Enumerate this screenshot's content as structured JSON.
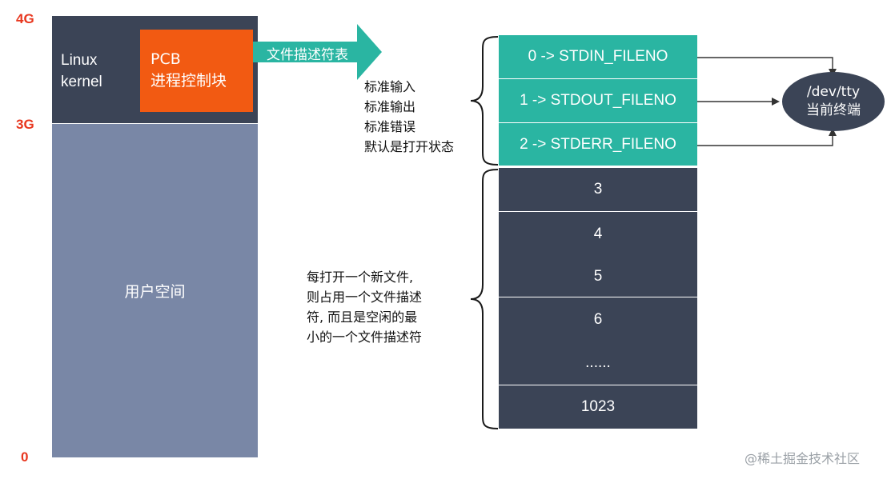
{
  "axis": {
    "label_4g": "4G",
    "label_3g": "3G",
    "label_0": "0"
  },
  "memory": {
    "kernel_line1": "Linux",
    "kernel_line2": "kernel",
    "pcb_line1": "PCB",
    "pcb_line2": "进程控制块",
    "user_space": "用户空间"
  },
  "pointer_label": "文件描述符表",
  "std_note": [
    "标准输入",
    "标准输出",
    "标准错误",
    "默认是打开状态"
  ],
  "new_file_note": [
    "每打开一个新文件,",
    "则占用一个文件描述",
    "符, 而且是空闲的最",
    "小的一个文件描述符"
  ],
  "fd_table": {
    "std": [
      "0 -> STDIN_FILENO",
      "1 -> STDOUT_FILENO",
      "2 -> STDERR_FILENO"
    ],
    "free": [
      "3",
      "4",
      "5",
      "6",
      "......",
      "1023"
    ]
  },
  "terminal": {
    "line1": "/dev/tty",
    "line2": "当前终端"
  },
  "watermark": "@稀土掘金技术社区",
  "colors": {
    "axis_label": "#e8361e",
    "kernel": "#3b4456",
    "pcb": "#f25a12",
    "user_space": "#7987a6",
    "fd_std": "#2ab5a2",
    "fd_free": "#3b4456",
    "pointer_arrow": "#2ab5a2",
    "terminal": "#3b4456"
  }
}
